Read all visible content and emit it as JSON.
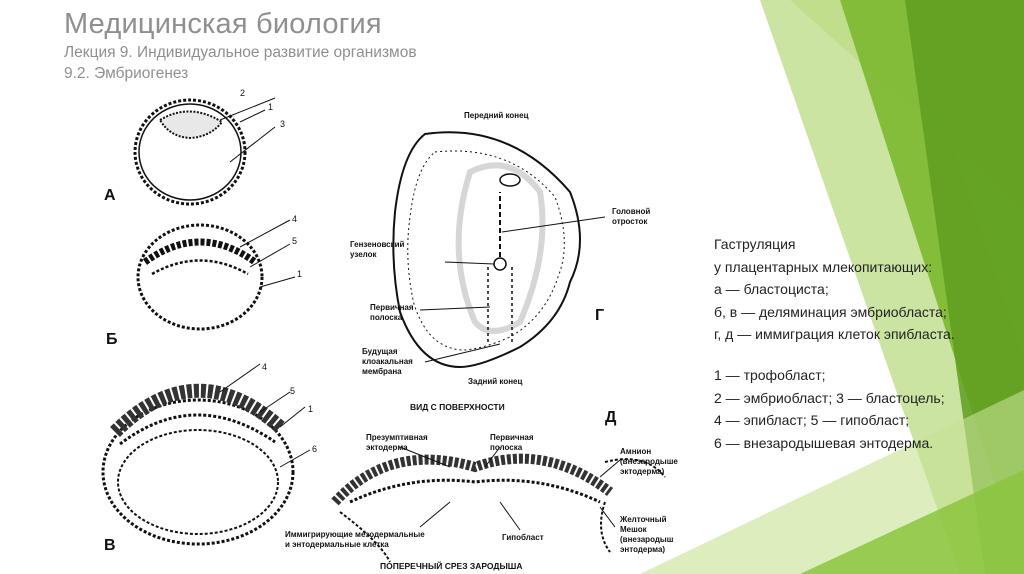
{
  "header": {
    "title": "Медицинская биология",
    "subtitle_line1": "Лекция 9. Индивидуальное развитие организмов",
    "subtitle_line2": "9.2. Эмбриогенез"
  },
  "figure": {
    "panel_letters": {
      "a": "А",
      "b": "Б",
      "v": "В",
      "g": "Г",
      "d": "Д"
    },
    "numbers": {
      "n1": "1",
      "n2": "2",
      "n3": "3",
      "n4": "4",
      "n5": "5",
      "n6": "6"
    },
    "surface_view": {
      "anterior_end": "Передний конец",
      "posterior_end": "Задний конец",
      "head_process_1": "Головной",
      "head_process_2": "отросток",
      "hensen_node_1": "Гензеновский",
      "hensen_node_2": "узелок",
      "primitive_streak_1": "Первичная",
      "primitive_streak_2": "полоска",
      "cloacal_1": "Будущая",
      "cloacal_2": "клоакальная",
      "cloacal_3": "мембрана",
      "caption": "ВИД С ПОВЕРХНОСТИ"
    },
    "cross_section": {
      "presumptive_1": "Презумптивная",
      "presumptive_2": "эктодерма",
      "streak_1": "Первичная",
      "streak_2": "полоска",
      "amnion_1": "Амнион",
      "amnion_2": "(внезародыше",
      "amnion_3": "эктодерма)",
      "yolk_1": "Желточный",
      "yolk_2": "Мешок",
      "yolk_3": "(внезародыш",
      "yolk_4": "энтодерма)",
      "immigrating_1": "Иммигрирующие мезодермальные",
      "immigrating_2": "и энтодермальные клетка",
      "hypoblast": "Гипобласт",
      "caption": "ПОПЕРЕЧНЫЙ СРЕЗ ЗАРОДЫША"
    }
  },
  "notes": {
    "lines": [
      "Гаструляция",
      "у плацентарных млекопитающих:",
      "а — бластоциста;",
      "б, в — деляминация эмбриобласта;",
      "г, д — иммиграция клеток эпибласта."
    ],
    "legend": [
      "1 — трофобласт;",
      "2 — эмбриобласт; 3 — бластоцель;",
      "4 — эпибласт; 5 — гипобласт;",
      "6 — внезародышевая энтодерма."
    ]
  },
  "colors": {
    "title_gray": "#8f8f8f",
    "green_dark": "#4d8a17",
    "green_mid": "#7cb82f",
    "green_light": "#b5d97a"
  }
}
